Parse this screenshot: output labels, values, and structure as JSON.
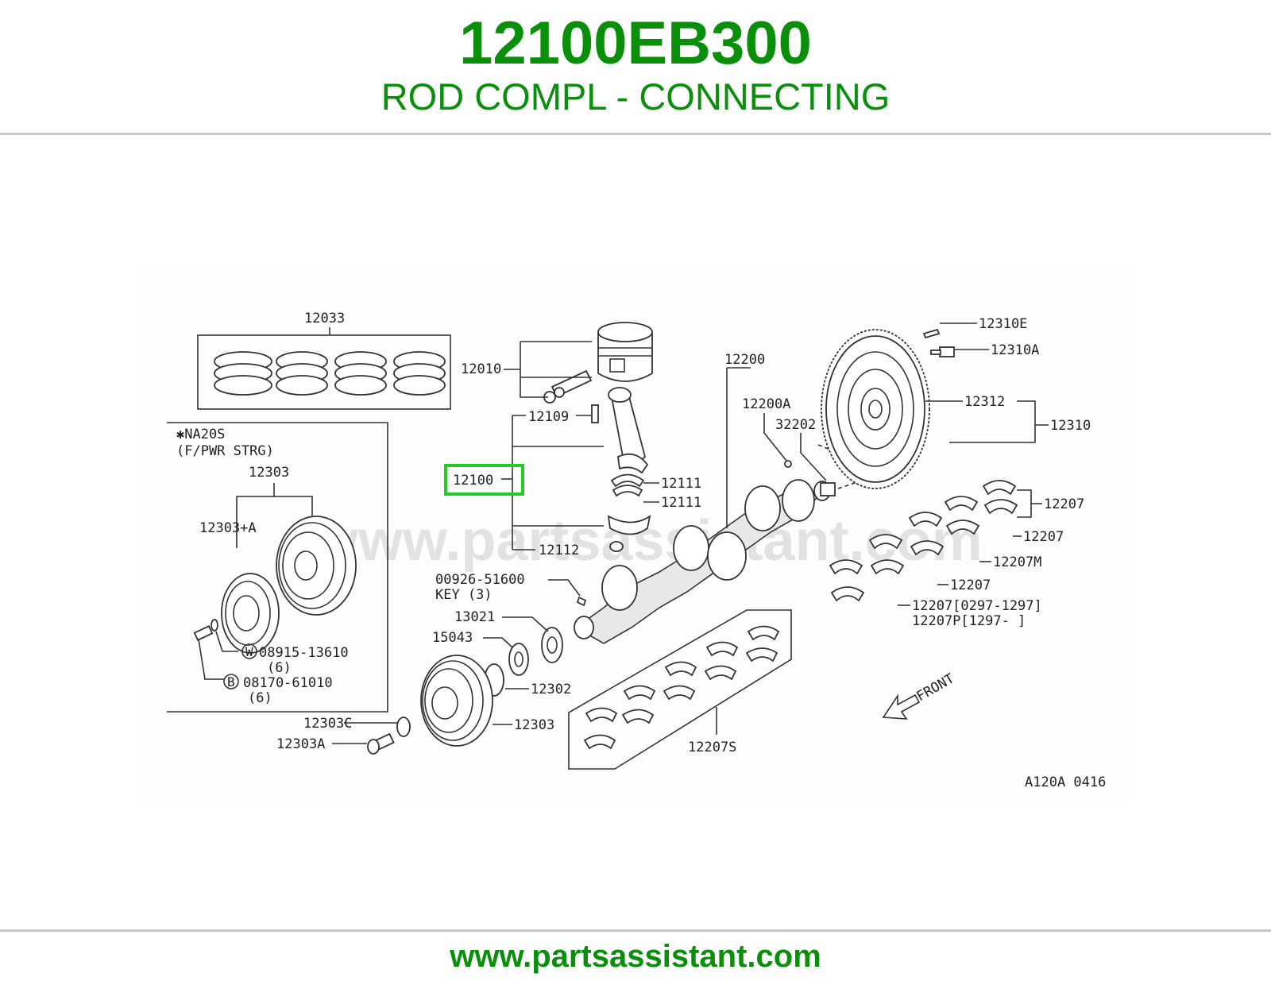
{
  "header": {
    "part_number": "12100EB300",
    "part_name": "ROD COMPL - CONNECTING"
  },
  "footer": {
    "url": "www.partsassistant.com"
  },
  "watermark": "www.partsassistant.com",
  "colors": {
    "accent_green": "#0a8f0a",
    "highlight_green": "#22cc22",
    "rule_gray": "#c8c8c8"
  },
  "diagram": {
    "code": "A120A 0416",
    "front_label": "FRONT",
    "highlighted_part": "12100",
    "inset": {
      "line1": "✱NA20S",
      "line2": "(F/PWR STRG)"
    },
    "labels": {
      "p12033": "12033",
      "p12010": "12010",
      "p12109": "12109",
      "p12100": "12100",
      "p12111a": "12111",
      "p12111b": "12111",
      "p12112": "12112",
      "p00926": "00926-51600",
      "key": "KEY (3)",
      "p13021": "13021",
      "p15043": "15043",
      "p12302": "12302",
      "p12303": "12303",
      "p12303c": "12303C",
      "p12303a": "12303A",
      "p12200": "12200",
      "p12200a": "12200A",
      "p32202": "32202",
      "p12310e": "12310E",
      "p12310a": "12310A",
      "p12312": "12312",
      "p12310": "12310",
      "p12207a": "12207",
      "p12207b": "12207",
      "p12207m": "12207M",
      "p12207c": "12207",
      "p12207d": "12207[0297-1297]",
      "p12207p": "12207P[1297-     ]",
      "p12207s": "12207S",
      "inset_12303": "12303",
      "inset_12303a": "12303+A",
      "inset_08915": "08915-13610",
      "inset_08915_qty": "(6)",
      "inset_08170": "08170-61010",
      "inset_08170_qty": "(6)",
      "inset_w": "W",
      "inset_b": "B"
    }
  }
}
